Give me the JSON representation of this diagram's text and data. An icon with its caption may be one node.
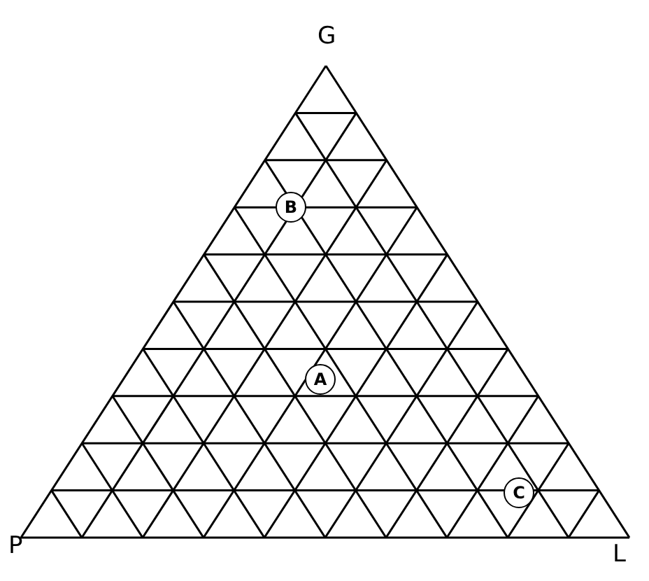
{
  "diagram": {
    "nodes": [
      {
        "text": [
          "B"
        ]
      },
      {
        "text": [
          "A"
        ]
      },
      {
        "text": [
          "C"
        ]
      }
    ],
    "labels": [
      "G",
      "P",
      "L"
    ]
  }
}
